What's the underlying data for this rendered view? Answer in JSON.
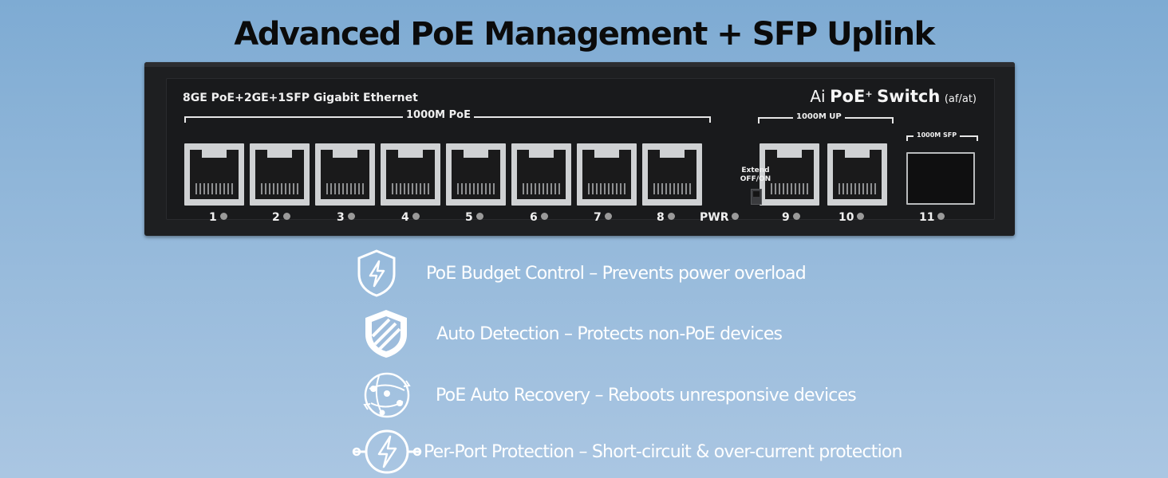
{
  "headline": "Advanced PoE Management + SFP Uplink",
  "device": {
    "model_text": "8GE PoE+2GE+1SFP Gigabit Ethernet",
    "brand_ai": "Ai",
    "brand_poe": "PoE",
    "brand_plus": "+",
    "brand_switch": "Switch",
    "brand_standard": "(af/at)",
    "poe_group_label": "1000M PoE",
    "uplink_group_label": "1000M UP",
    "sfp_group_label": "1000M SFP",
    "extend_label": "Extend",
    "extend_switch_label": "OFF/ON",
    "pwr_label": "PWR",
    "ports": [
      "1",
      "2",
      "3",
      "4",
      "5",
      "6",
      "7",
      "8",
      "9",
      "10",
      "11"
    ]
  },
  "features": [
    {
      "icon": "shield-lightning-icon",
      "text": "PoE Budget Control – Prevents power overload"
    },
    {
      "icon": "striped-shield-icon",
      "text": "Auto Detection – Protects non-PoE devices"
    },
    {
      "icon": "network-recovery-icon",
      "text": "PoE Auto Recovery – Reboots unresponsive devices"
    },
    {
      "icon": "circuit-lightning-icon",
      "text": "Per-Port Protection – Short-circuit & over-current protection"
    }
  ],
  "colors": {
    "background_top": "#7eabd3",
    "background_bottom": "#aac6e2",
    "device_body": "#1e1f21",
    "port_metal": "#cfd1d3",
    "text_light": "#ffffff"
  }
}
